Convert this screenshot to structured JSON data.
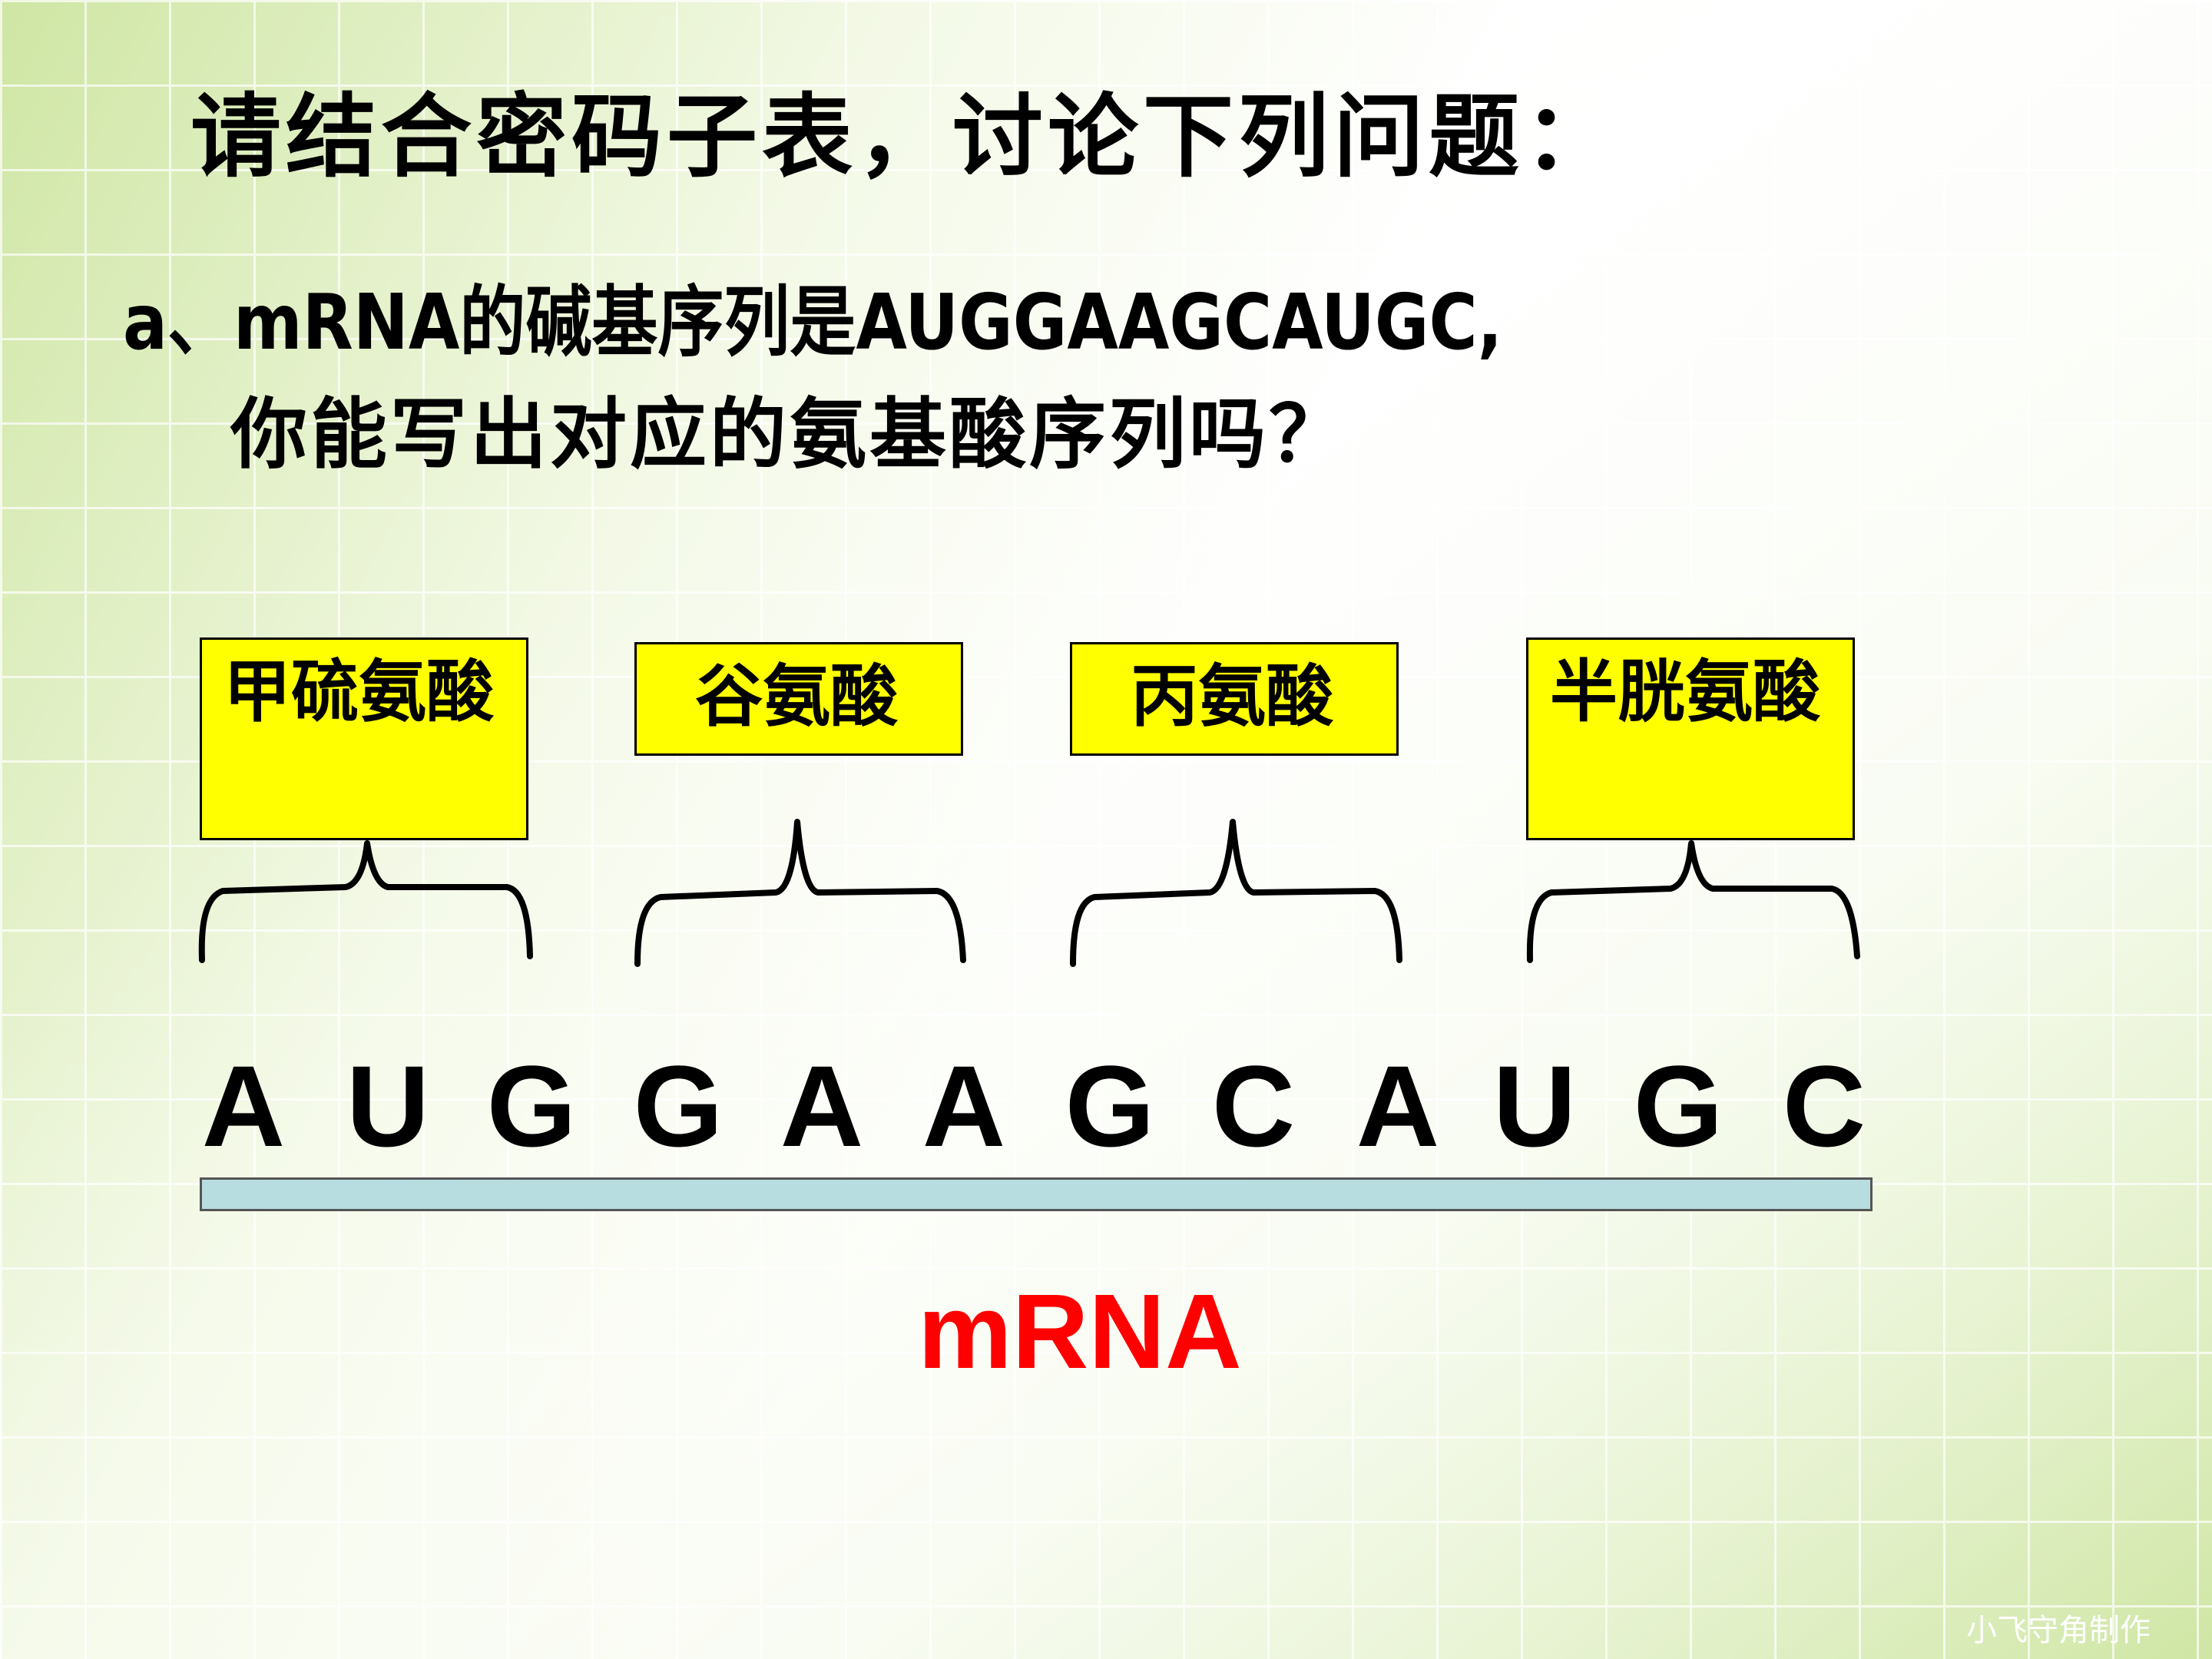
{
  "slide": {
    "title": "请结合密码子表，讨论下列问题：",
    "question_line1": "a、mRNA的碱基序列是AUGGAAGCAUGC,",
    "question_line2": "你能写出对应的氨基酸序列吗？"
  },
  "amino_acids": [
    "甲硫氨酸",
    "谷氨酸",
    "丙氨酸",
    "半胱氨酸"
  ],
  "bases": [
    "A",
    "U",
    "G",
    "G",
    "A",
    "A",
    "G",
    "C",
    "A",
    "U",
    "G",
    "C"
  ],
  "strand_label": "mRNA",
  "watermark": "小飞守角制作",
  "colors": {
    "amino_box_fill": "#ffff00",
    "strand_fill": "#b7dde1",
    "strand_label": "#ff0000"
  }
}
